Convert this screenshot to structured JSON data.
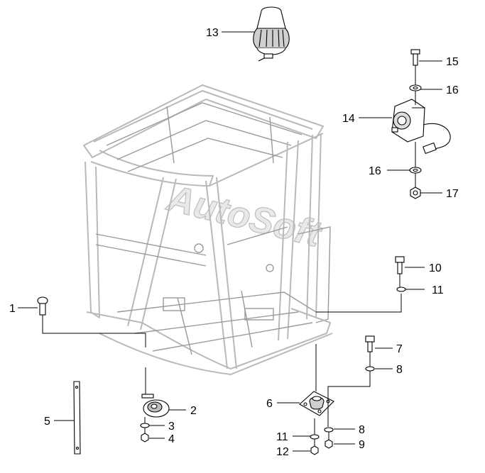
{
  "watermark": "AutoSoft",
  "callouts": {
    "c1": "1",
    "c2": "2",
    "c3": "3",
    "c4": "4",
    "c5": "5",
    "c6": "6",
    "c7": "7",
    "c8a": "8",
    "c8b": "8",
    "c9": "9",
    "c10": "10",
    "c11a": "11",
    "c11b": "11",
    "c12": "12",
    "c13": "13",
    "c14": "14",
    "c15": "15",
    "c16a": "16",
    "c16b": "16",
    "c17": "17"
  }
}
